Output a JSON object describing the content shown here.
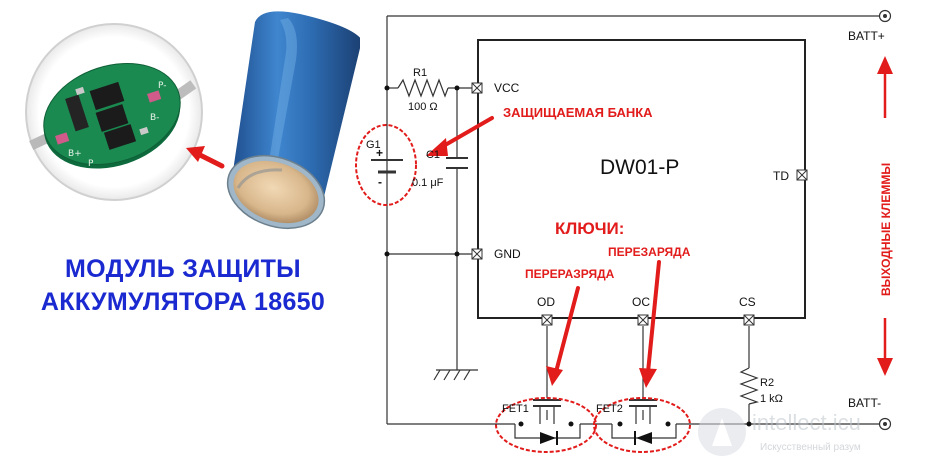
{
  "module_title": {
    "line1": "МОДУЛЬ ЗАЩИТЫ",
    "line2": "АККУМУЛЯТОРА 18650"
  },
  "pcb": {
    "labels": [
      "B+",
      "P",
      "B-",
      "P-"
    ]
  },
  "chip": {
    "name": "DW01-P",
    "pins": {
      "vcc": "VCC",
      "gnd": "GND",
      "td": "TD",
      "od": "OD",
      "oc": "OC",
      "cs": "CS"
    }
  },
  "components": {
    "r1_name": "R1",
    "r1_value": "100 Ω",
    "c1_name": "C1",
    "c1_value": "0.1 μF",
    "g1_name": "G1",
    "g1_plus": "+",
    "g1_minus": "-",
    "r2_name": "R2",
    "r2_value": "1 kΩ",
    "fet1_name": "FET1",
    "fet2_name": "FET2"
  },
  "terminals": {
    "batt_plus": "BATT+",
    "batt_minus": "BATT-"
  },
  "annotations": {
    "protected_cell": "ЗАЩИЩАЕМАЯ БАНКА",
    "keys": "КЛЮЧИ:",
    "overdischarge": "ПЕРЕРАЗРЯДА",
    "overcharge": "ПЕРЕЗАРЯДА",
    "output_terminals": "ВЫХОДНЫЕ КЛЕММЫ"
  },
  "watermark": {
    "brand": "intellect.icu",
    "tagline": "Искусственный разум"
  },
  "colors": {
    "accent_red": "#e21b1b",
    "title_blue": "#1a2ad0",
    "battery_blue": "#2f6fb8"
  }
}
